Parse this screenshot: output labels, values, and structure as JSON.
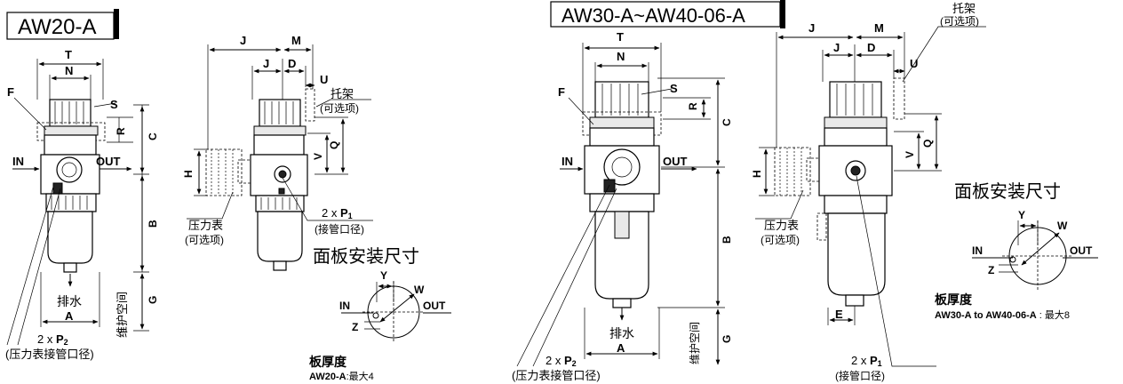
{
  "left": {
    "model": "AW20-A",
    "front": {
      "dims": {
        "T": "T",
        "N": "N",
        "F": "F",
        "S": "S",
        "R": "R",
        "C": "C",
        "B": "B",
        "G": "G",
        "A": "A"
      },
      "in": "IN",
      "out": "OUT",
      "drain": "排水",
      "maintenance": "维护空间",
      "port_count": "2 x ",
      "port_name": "P",
      "port_sub": "2",
      "port_desc": "(压力表接管口径)"
    },
    "side": {
      "dims": {
        "J1": "J",
        "M": "M",
        "J2": "J",
        "D": "D",
        "U": "U",
        "H": "H",
        "V": "V",
        "Q": "Q"
      },
      "bracket_1": "托架",
      "bracket_2": "(可选项)",
      "gauge_1": "压力表",
      "gauge_2": "(可选项)",
      "port_count": "2 x ",
      "port_name": "P",
      "port_sub": "1",
      "port_desc": "(接管口径)"
    },
    "panel": {
      "title": "面板安装尺寸",
      "Y": "Y",
      "W": "W",
      "Z": "Z",
      "in": "IN",
      "out": "OUT"
    },
    "plate": {
      "title": "板厚度",
      "model": "AW20-A",
      "value": ":最大4"
    }
  },
  "right": {
    "model": "AW30-A~AW40-06-A",
    "front": {
      "dims": {
        "T": "T",
        "N": "N",
        "F": "F",
        "S": "S",
        "R": "R",
        "C": "C",
        "B": "B",
        "G": "G",
        "A": "A"
      },
      "in": "IN",
      "out": "OUT",
      "drain": "排水",
      "maintenance": "维护空间",
      "port_count": "2 x ",
      "port_name": "P",
      "port_sub": "2",
      "port_desc": "(压力表接管口径)"
    },
    "side": {
      "dims": {
        "J1": "J",
        "M": "M",
        "J2": "J",
        "D": "D",
        "U": "U",
        "H": "H",
        "V": "V",
        "Q": "Q",
        "E": "E"
      },
      "bracket_1": "托架",
      "bracket_2": "(可选项)",
      "gauge_1": "压力表",
      "gauge_2": "(可选项)",
      "port_count": "2 x ",
      "port_name": "P",
      "port_sub": "1",
      "port_desc": "(接管口径)"
    },
    "panel": {
      "title": "面板安装尺寸",
      "Y": "Y",
      "W": "W",
      "Z": "Z",
      "in": "IN",
      "out": "OUT"
    },
    "plate": {
      "title": "板厚度",
      "model": "AW30-A to AW40-06-A",
      "value": "最大8"
    }
  }
}
